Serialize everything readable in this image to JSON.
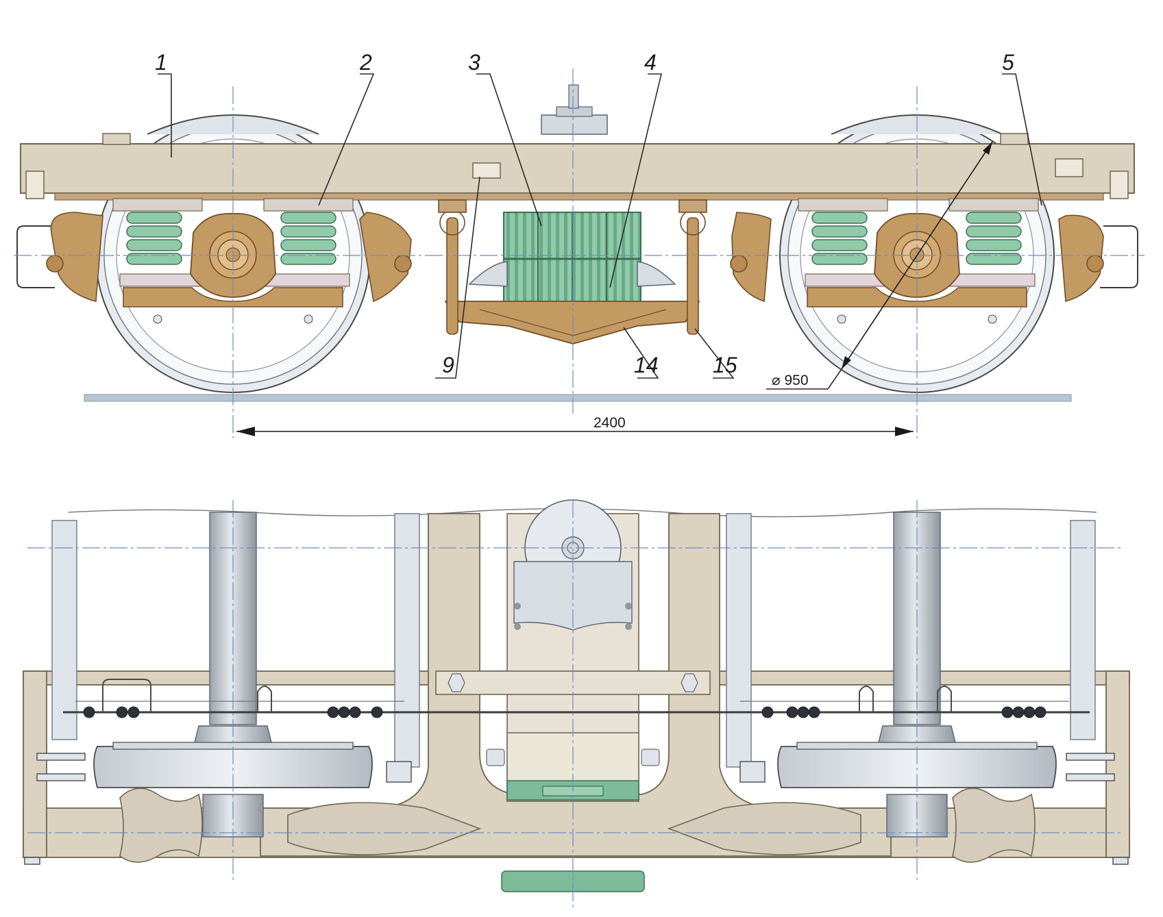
{
  "callouts": {
    "c1": "1",
    "c2": "2",
    "c3": "3",
    "c4": "4",
    "c5": "5",
    "c9": "9",
    "c14": "14",
    "c15": "15"
  },
  "dimensions": {
    "wheelbase": "2400",
    "wheel_diameter": "⌀ 950"
  },
  "colors": {
    "frame": "#d9cfbd",
    "frame_edge": "#6e6650",
    "axlebox": "#b98a52",
    "spring": "#7dbb9a",
    "wheel": "#d5dae0",
    "axle": "#b9bfc6",
    "rail": "#aebbc8",
    "centerline": "#6b8dbf"
  }
}
